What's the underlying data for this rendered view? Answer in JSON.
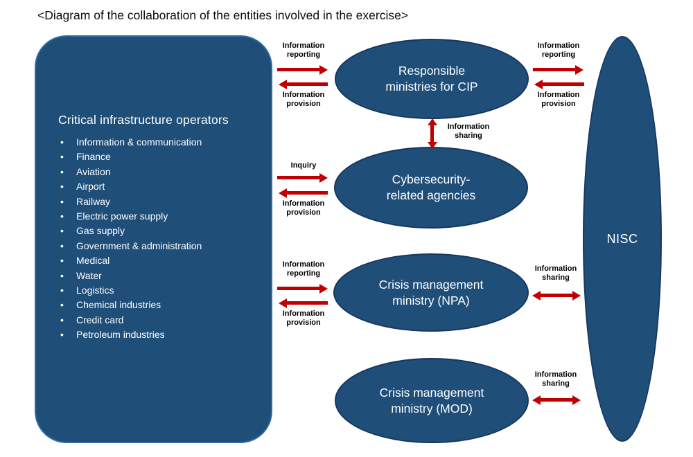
{
  "page": {
    "title": "<Diagram of the collaboration of the entities involved in the exercise>"
  },
  "colors": {
    "shape_blue": "#1f4e79",
    "arrow_red": "#c00000"
  },
  "operators_box": {
    "title": "Critical infrastructure operators",
    "items": [
      "Information & communication",
      "Finance",
      "Aviation",
      "Airport",
      "Railway",
      "Electric power supply",
      "Gas supply",
      "Government & administration",
      "Medical",
      "Water",
      "Logistics",
      "Chemical industries",
      "Credit card",
      "Petroleum industries"
    ]
  },
  "entities": {
    "responsible_ministries": "Responsible\nministries for CIP",
    "cyber_agencies": "Cybersecurity-\nrelated agencies",
    "crisis_npa": "Crisis management\nministry (NPA)",
    "crisis_mod": "Crisis management\nministry (MOD)",
    "nisc": "NISC"
  },
  "arrow_labels": {
    "op_cip_reporting": "Information\nreporting",
    "op_cip_provision": "Information\nprovision",
    "cip_nisc_reporting": "Information\nreporting",
    "cip_nisc_provision": "Information\nprovision",
    "cip_cyber_sharing": "Information\nsharing",
    "op_cyber_inquiry": "Inquiry",
    "op_cyber_provision": "Information\nprovision",
    "op_npa_reporting": "Information\nreporting",
    "op_npa_provision": "Information\nprovision",
    "npa_nisc_sharing": "Information\nsharing",
    "mod_nisc_sharing": "Information\nsharing"
  }
}
